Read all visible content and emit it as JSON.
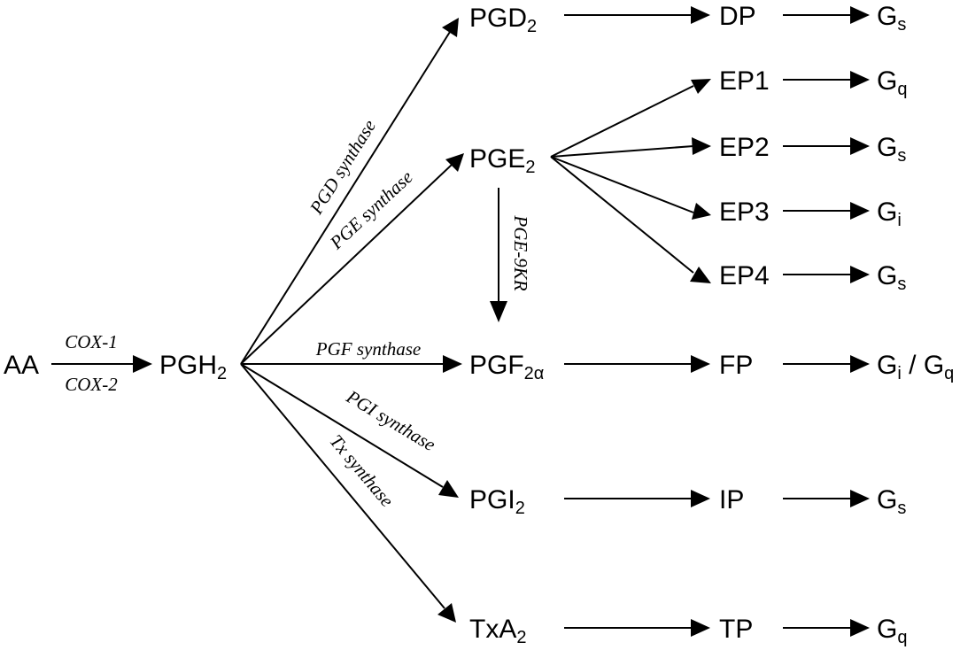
{
  "nodes": {
    "aa": {
      "main": "AA",
      "sub": ""
    },
    "pgh2": {
      "main": "PGH",
      "sub": "2"
    },
    "pgd2": {
      "main": "PGD",
      "sub": "2"
    },
    "pge2": {
      "main": "PGE",
      "sub": "2"
    },
    "pgf2a": {
      "main": "PGF",
      "sub": "2α"
    },
    "pgi2": {
      "main": "PGI",
      "sub": "2"
    },
    "txa2": {
      "main": "TxA",
      "sub": "2"
    },
    "dp": {
      "main": "DP",
      "sub": ""
    },
    "ep1": {
      "main": "EP1",
      "sub": ""
    },
    "ep2": {
      "main": "EP2",
      "sub": ""
    },
    "ep3": {
      "main": "EP3",
      "sub": ""
    },
    "ep4": {
      "main": "EP4",
      "sub": ""
    },
    "fp": {
      "main": "FP",
      "sub": ""
    },
    "ip": {
      "main": "IP",
      "sub": ""
    },
    "tp": {
      "main": "TP",
      "sub": ""
    },
    "g_dp": {
      "main": "G",
      "sub": "s"
    },
    "g_ep1": {
      "main": "G",
      "sub": "q"
    },
    "g_ep2": {
      "main": "G",
      "sub": "s"
    },
    "g_ep3": {
      "main": "G",
      "sub": "i"
    },
    "g_ep4": {
      "main": "G",
      "sub": "s"
    },
    "g_fp": {
      "main": "G",
      "sub": "i",
      "sep": " / ",
      "main2": "G",
      "sub2": "q"
    },
    "g_ip": {
      "main": "G",
      "sub": "s"
    },
    "g_tp": {
      "main": "G",
      "sub": "q"
    }
  },
  "enzymes": {
    "cox1": "COX-1",
    "cox2": "COX-2",
    "pgd_synthase": "PGD synthase",
    "pge_synthase": "PGE synthase",
    "pgf_synthase": "PGF synthase",
    "pgi_synthase": "PGI synthase",
    "tx_synthase": "Tx synthase",
    "pge_9kr": "PGE-9KR"
  }
}
